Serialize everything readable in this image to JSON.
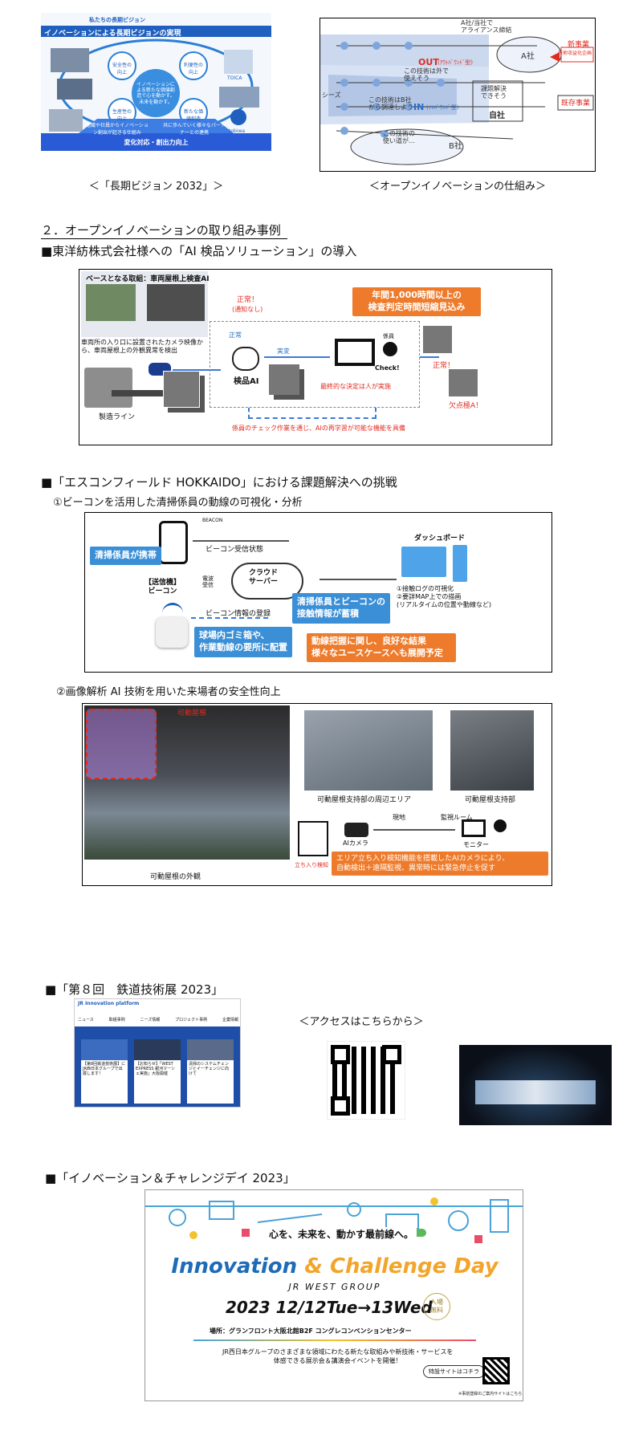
{
  "top": {
    "vision_caption": "＜「長期ビジョン 2032」＞",
    "open_caption": "＜オープンイノベーションの仕組み＞",
    "vision": {
      "tag": "私たちの長期ビジョン",
      "title": "イノベーションによる長期ビジョンの実現",
      "center": "イノベーションによる新たな価値創造で心を動かす。未来を動かす。",
      "n1": "安全性の向上",
      "n2": "利便性の向上",
      "n3": "生産性の向上",
      "n4": "新たな価値創造",
      "bottom1": "組織や社員からイノベーション創出が起きる仕組み",
      "bottom2": "共に歩んでいく様々なパートナーとの連携",
      "foot": "変化対応・創出力向上",
      "logo": "tobiwa",
      "toica": "TOICA"
    },
    "open": {
      "company_a": "A社",
      "a_note": "A社/当社で\nアライアンス締結",
      "new_biz": "新事業",
      "new_biz_sub": "技術収益化企画",
      "out_label": "OUT",
      "out_sub": "(ｱｳﾄﾊﾞｳﾝﾄﾞ型)",
      "out_note": "この技術は外で\n使えそう",
      "in_label": "IN",
      "in_sub": "(ｲﾝﾊﾞｳﾝﾄﾞ型)",
      "in_note": "この技術はB社\nから調達しよう",
      "solve": "課題解決\nできそう",
      "own": "自社",
      "existing": "既存事業",
      "seeds": "シーズ",
      "company_b": "B社",
      "b_note": "この技術の\n使い道が…"
    }
  },
  "section2": {
    "heading": "２．オープンイノベーションの取り組み事例",
    "toyobo": {
      "heading": "■東洋紡株式会社様への「AI 検品ソリューション」の導入",
      "base_title": "ベースとなる取組：車両屋根上検査AI",
      "base_desc": "車両所の入り口に設置されたカメラ映像から、車両屋根上の外観異常を検出",
      "normal_top": "正常！",
      "normal_top_sub": "(通知なし)",
      "normal_label": "正常",
      "actual_label": "実変",
      "staff": "係員",
      "check": "Check!",
      "ai": "検品AI",
      "final": "最終的な決定は人が実施",
      "line": "製造ライン",
      "result_normal": "正常！",
      "result_defect": "欠点極A！",
      "banner": "年間1,000時間以上の\n検査判定時間短縮見込み",
      "feedback": "係員のチェック作業を通じ、AIの再学習が可能な機能を具備"
    },
    "escon": {
      "heading": "■「エスコンフィールド HOKKAIDO」における課題解決への挑戦",
      "sub1": "①ビーコンを活用した清掃係員の動線の可視化・分析",
      "carry": "清掃係員が携帯",
      "beacon_receive": "ビーコン受信状態",
      "top_tiny": "BEACON",
      "beacon_label": "【送信機】\nビーコン",
      "cloud": "クラウド\nサーバー",
      "radio": "電波\n受信",
      "register": "ビーコン情報の登録",
      "placement": "球場内ゴミ箱や、\n作業動線の要所に配置",
      "accum": "清掃係員とビーコンの\n接触情報が蓄積",
      "dashboard": "ダッシュボード",
      "dash_list": "①接触ログの可視化\n②要詳MAP上での描画\n(リアルタイムの位置や動線など)",
      "result": "動線把握に関し、良好な結果\n様々なユースケースへも展開予定",
      "sub2": "②画像解析 AI 技術を用いた来場者の安全性向上",
      "roof_tag": "可動屋根",
      "roof_caption": "可動屋根の外観",
      "area_caption": "可動屋根支持部の周辺エリア",
      "support_caption": "可動屋根支持部",
      "site": "現地",
      "monitor_room": "監視ルーム",
      "ai_camera": "AIカメラ",
      "monitor": "モニター",
      "intrusion": "立ち入り検知",
      "ai_note": "エリア立ち入り検知機能を搭載したAIカメラにより、\n自動検出＋遠隔監視、異常時には緊急停止を促す"
    }
  },
  "expo": {
    "heading": "■「第８回　鉄道技術展 2023」",
    "access": "＜アクセスはこちらから＞",
    "site_brand": "JR Innovation platform",
    "nav": [
      "ニュース",
      "取組事例",
      "ニーズ情報",
      "プロジェクト事例",
      "企業情報"
    ],
    "cards": [
      "【第8回鉄道技術展】にJR西日本グループで出展します！",
      "【お知らせ】「WEST EXPRESS 銀河マーシェ実施」大阪開催",
      "清掃のシステムチェンジとイーチェンジに向けて"
    ]
  },
  "challenge": {
    "heading": "■「イノベーション＆チャレンジデイ 2023」",
    "tagline": "心を、未来を、動かす最前線へ。",
    "title_a": "Innovation",
    "title_amp": "&",
    "title_b": "Challenge Day",
    "group": "JR WEST GROUP",
    "date": "2023 12/12Tue→13Wed",
    "free": "入場\n無料",
    "venue": "場所：グランフロント大阪北館B2F コングレコンベンションセンター",
    "desc": "JR西日本グループのさまざまな領域にわたる新たな取組みや新技術・サービスを\n体感できる展示会＆講演会イベントを開催！",
    "special": "特設サイトはコチラ",
    "note": "※事前登録のご案内サイトはこちら"
  }
}
